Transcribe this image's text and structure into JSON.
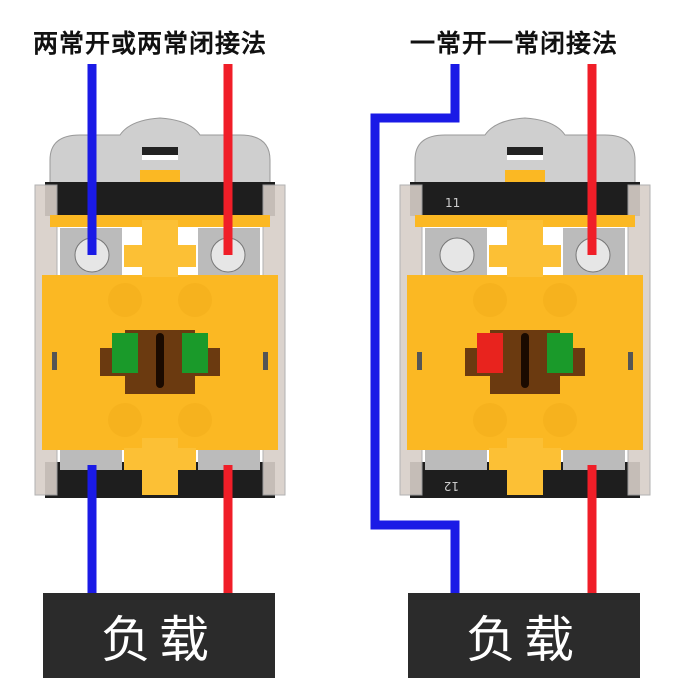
{
  "left_diagram": {
    "title": "两常开或两常闭接法",
    "load_label": "负载",
    "contacts": [
      "green",
      "green"
    ]
  },
  "right_diagram": {
    "title": "一常开一常闭接法",
    "load_label": "负载",
    "contacts": [
      "red",
      "green"
    ],
    "terminal_top_label": "11",
    "terminal_bottom_label": "12"
  },
  "colors": {
    "wire_blue": "#1a1ae6",
    "wire_red": "#f01e28",
    "housing_yellow": "#fbb823",
    "contact_green": "#1a9a2a",
    "contact_red": "#e8231e",
    "load_box": "#2b2b2b"
  }
}
